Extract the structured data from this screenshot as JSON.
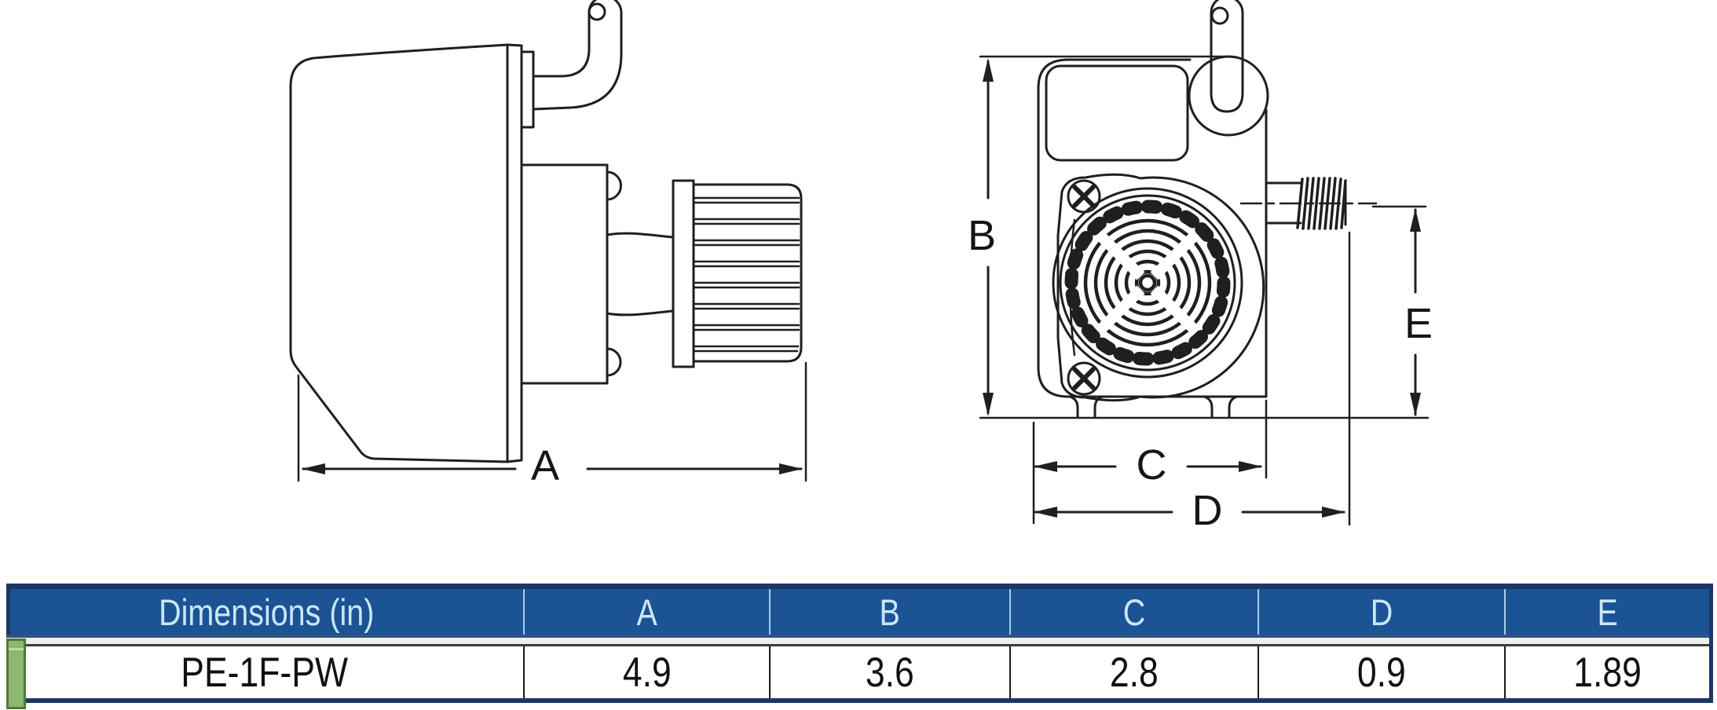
{
  "drawing": {
    "labels": {
      "a": "A",
      "b": "B",
      "c": "C",
      "d": "D",
      "e": "E"
    },
    "views": {
      "side_view": "pump side profile with motor housing, power-cord hook, volute and ribbed intake strainer",
      "front_view": "pump front face with label recess, cord boss, intake screen, mounting screws, threaded discharge and feet"
    }
  },
  "table": {
    "headers": [
      "Dimensions (in)",
      "A",
      "B",
      "C",
      "D",
      "E"
    ],
    "row": {
      "model": "PE-1F-PW",
      "a": "4.9",
      "b": "3.6",
      "c": "2.8",
      "d": "0.9",
      "e": "1.89"
    }
  },
  "colors": {
    "header_bg": "#1B5394",
    "header_text": "#CBE6F7",
    "border_dark": "#1C3766",
    "marker_green": "#8CB870",
    "line_color": "#1F1F1F"
  }
}
